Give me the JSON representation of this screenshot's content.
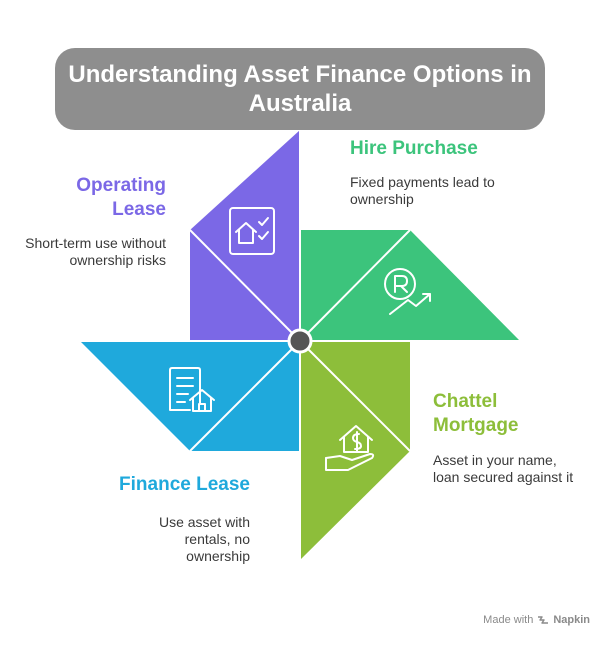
{
  "title": "Understanding Asset Finance Options in Australia",
  "blades": [
    {
      "label": "Operating Lease",
      "description": "Short-term use without ownership risks",
      "color": "#7b68e6",
      "icon": "house-document-checklist-icon"
    },
    {
      "label": "Hire Purchase",
      "description": "Fixed payments lead to ownership",
      "color": "#3cc47c",
      "icon": "coin-growth-arrow-icon"
    },
    {
      "label": "Chattel Mortgage",
      "description": "Asset in your name, loan secured against it",
      "color": "#8dbe3a",
      "icon": "hand-house-dollar-icon"
    },
    {
      "label": "Finance Lease",
      "description": "Use asset with rentals, no ownership",
      "color": "#1fa9dc",
      "icon": "document-house-icon"
    }
  ],
  "footer": {
    "prefix": "Made with",
    "brand": "Napkin"
  }
}
